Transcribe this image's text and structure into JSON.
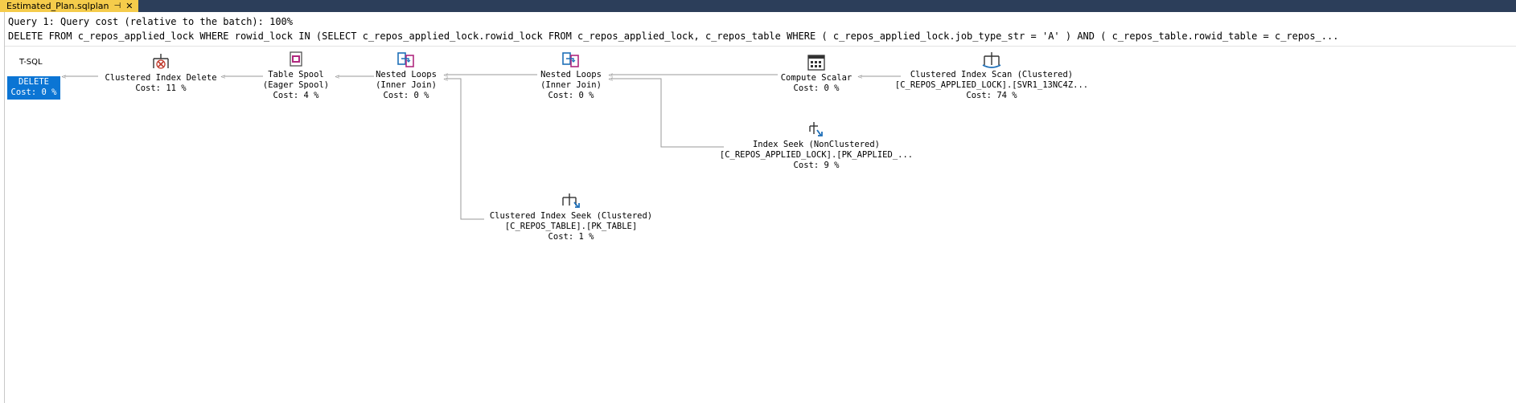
{
  "tab": {
    "title": "Estimated_Plan.sqlplan",
    "pin": "⊣",
    "close": "✕"
  },
  "query": {
    "header": "Query 1: Query cost (relative to the batch): 100%",
    "text": "DELETE FROM c_repos_applied_lock WHERE rowid_lock IN (SELECT c_repos_applied_lock.rowid_lock FROM c_repos_applied_lock, c_repos_table WHERE ( c_repos_applied_lock.job_type_str = 'A' ) AND ( c_repos_table.rowid_table = c_repos_..."
  },
  "root": {
    "label": "T-SQL",
    "op": "DELETE",
    "cost": "Cost: 0 %"
  },
  "operators": {
    "cid": {
      "line1": "Clustered Index Delete",
      "cost": "Cost: 11 %",
      "icon": "clustered-index-delete-icon"
    },
    "spool": {
      "line1": "Table Spool",
      "line2": "(Eager Spool)",
      "cost": "Cost: 4 %",
      "icon": "table-spool-icon"
    },
    "nl1": {
      "line1": "Nested Loops",
      "line2": "(Inner Join)",
      "cost": "Cost: 0 %",
      "icon": "nested-loops-icon"
    },
    "nl2": {
      "line1": "Nested Loops",
      "line2": "(Inner Join)",
      "cost": "Cost: 0 %",
      "icon": "nested-loops-icon"
    },
    "cs": {
      "line1": "Compute Scalar",
      "cost": "Cost: 0 %",
      "icon": "compute-scalar-icon"
    },
    "cis": {
      "line1": "Clustered Index Scan (Clustered)",
      "line2": "[C_REPOS_APPLIED_LOCK].[SVR1_13NC4Z...",
      "cost": "Cost: 74 %",
      "icon": "clustered-index-scan-icon"
    },
    "seekn": {
      "line1": "Index Seek (NonClustered)",
      "line2": "[C_REPOS_APPLIED_LOCK].[PK_APPLIED_...",
      "cost": "Cost: 9 %",
      "icon": "index-seek-icon"
    },
    "seekc": {
      "line1": "Clustered Index Seek (Clustered)",
      "line2": "[C_REPOS_TABLE].[PK_TABLE]",
      "cost": "Cost: 1 %",
      "icon": "clustered-index-seek-icon"
    }
  },
  "colors": {
    "tabstrip": "#2c3e5a",
    "tab": "#f5cc4b",
    "selected": "#0b75d4",
    "icon_blue": "#1e6fb8",
    "icon_magenta": "#b0287e",
    "icon_red": "#c0392b"
  }
}
